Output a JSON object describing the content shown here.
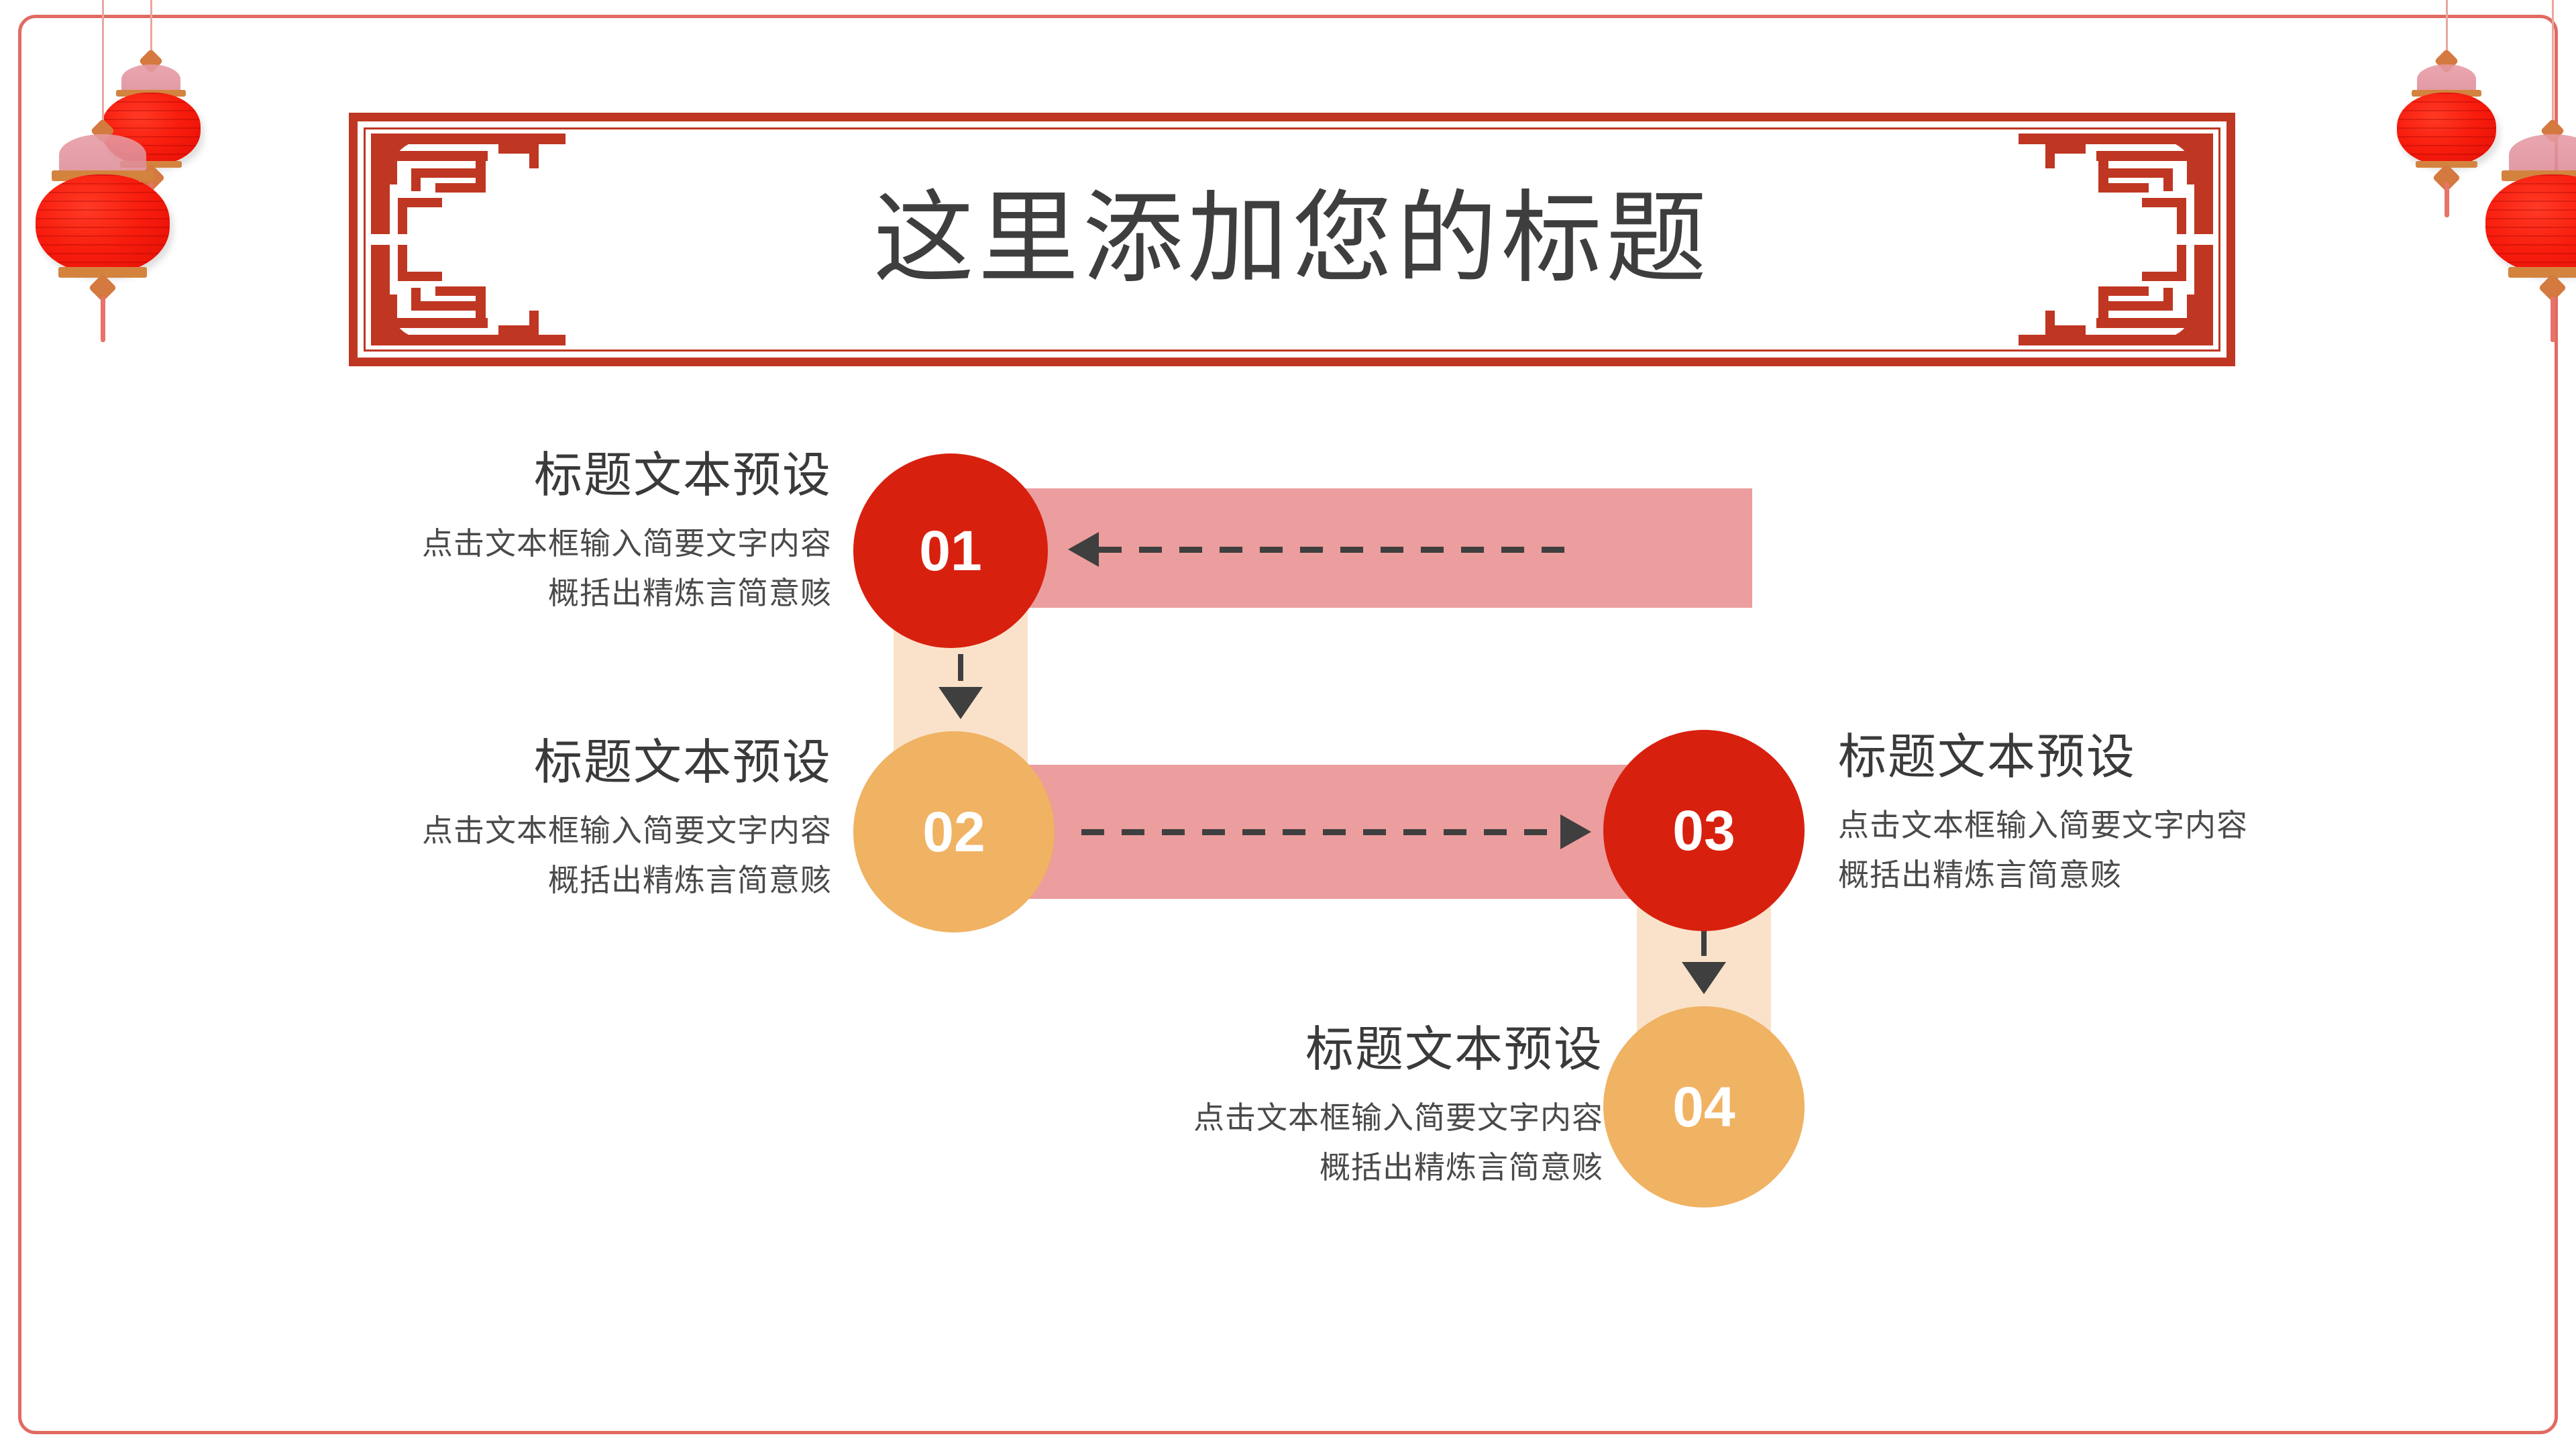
{
  "slide": {
    "title": "这里添加您的标题",
    "border_color": "#e06b62",
    "frame_color": "#bf3622"
  },
  "decorations": {
    "lanterns": [
      {
        "name": "lantern-top-left-small",
        "position": "top-left"
      },
      {
        "name": "lantern-top-left-large",
        "position": "top-left"
      },
      {
        "name": "lantern-top-right-small",
        "position": "top-right"
      },
      {
        "name": "lantern-top-right-large",
        "position": "top-right"
      }
    ]
  },
  "diagram": {
    "colors": {
      "red": "#d8200f",
      "orange": "#f0b263",
      "pink_band": "#ec9d9d",
      "cream_band": "#fae2ca",
      "arrow": "#3f3f3f"
    },
    "steps": [
      {
        "number": "01",
        "heading": "标题文本预设",
        "body_line1": "点击文本框输入简要文字内容",
        "body_line2": "概括出精炼言简意赅",
        "color": "#d8200f",
        "align": "right"
      },
      {
        "number": "02",
        "heading": "标题文本预设",
        "body_line1": "点击文本框输入简要文字内容",
        "body_line2": "概括出精炼言简意赅",
        "color": "#f0b263",
        "align": "right"
      },
      {
        "number": "03",
        "heading": "标题文本预设",
        "body_line1": "点击文本框输入简要文字内容",
        "body_line2": "概括出精炼言简意赅",
        "color": "#d8200f",
        "align": "left"
      },
      {
        "number": "04",
        "heading": "标题文本预设",
        "body_line1": "点击文本框输入简要文字内容",
        "body_line2": "概括出精炼言简意赅",
        "color": "#f0b263",
        "align": "right"
      }
    ],
    "connectors": [
      {
        "name": "arrow-01-from-right",
        "direction": "left"
      },
      {
        "name": "arrow-01-to-02",
        "direction": "down"
      },
      {
        "name": "arrow-02-to-03",
        "direction": "right"
      },
      {
        "name": "arrow-03-to-04",
        "direction": "down"
      }
    ]
  }
}
